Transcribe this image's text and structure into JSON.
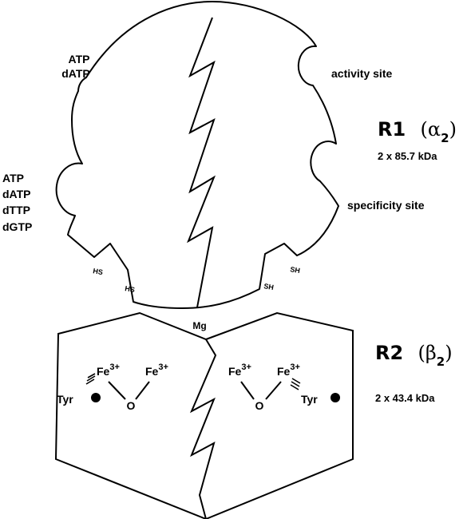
{
  "r1": {
    "left_site_top": [
      "ATP",
      "dATP"
    ],
    "left_site_bottom": [
      "ATP",
      "dATP",
      "dTTP",
      "dGTP"
    ],
    "activity_site": "activity site",
    "specificity_site": "specificity site",
    "name_prefix": "R1",
    "name_greek": "α",
    "name_sub": "2",
    "mass": "2 x 85.7 kDa",
    "thiol_left_1": "HS",
    "thiol_left_2": "HS",
    "thiol_right_1": "SH",
    "thiol_right_2": "SH"
  },
  "mg": "Mg",
  "r2": {
    "name_prefix": "R2",
    "name_greek": "β",
    "name_sub": "2",
    "mass": "2 x 43.4 kDa",
    "fe_left_1": "Fe",
    "fe_left_2": "Fe",
    "fe_right_1": "Fe",
    "fe_right_2": "Fe",
    "fe_charge": "3+",
    "oxygen_left": "O",
    "oxygen_right": "O",
    "tyr_left": "Tyr",
    "tyr_right": "Tyr"
  },
  "colors": {
    "ink": "#000000",
    "background": "#ffffff"
  }
}
